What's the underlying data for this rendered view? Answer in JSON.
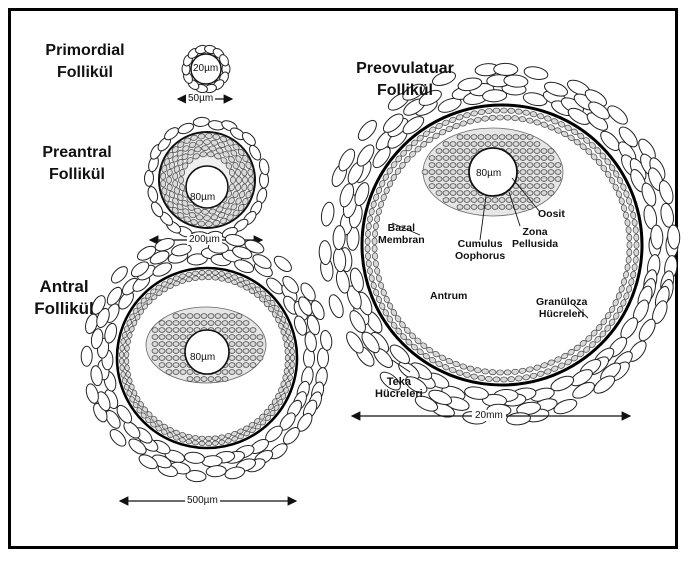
{
  "colors": {
    "ink": "#111111",
    "membrane": "#000000",
    "granulosa": "#d9d9d9",
    "background": "#ffffff"
  },
  "stages": {
    "primordial": {
      "title_line1": "Primordial",
      "title_line2": "Follikül",
      "oocyte_size": "20µm",
      "follicle_size": "50µm"
    },
    "preantral": {
      "title_line1": "Preantral",
      "title_line2": "Follikül",
      "oocyte_size": "80µm",
      "follicle_size": "200µm"
    },
    "antral": {
      "title_line1": "Antral",
      "title_line2": "Follikül",
      "oocyte_size": "80µm",
      "follicle_size": "500µm"
    },
    "preovulatory": {
      "title_line1": "Preovulatuar",
      "title_line2": "Follikül",
      "oocyte_size": "80µm",
      "follicle_size": "20mm"
    }
  },
  "annotations": {
    "bazal_membran": [
      "Bazal",
      "Membran"
    ],
    "cumulus": [
      "Cumulus",
      "Oophorus"
    ],
    "zona": [
      "Zona",
      "Pellusida"
    ],
    "oosit": "Oosit",
    "antrum": "Antrum",
    "granuloza": [
      "Granüloza",
      "Hücreleri"
    ],
    "teka": [
      "Teka",
      "Hücreleri"
    ]
  }
}
